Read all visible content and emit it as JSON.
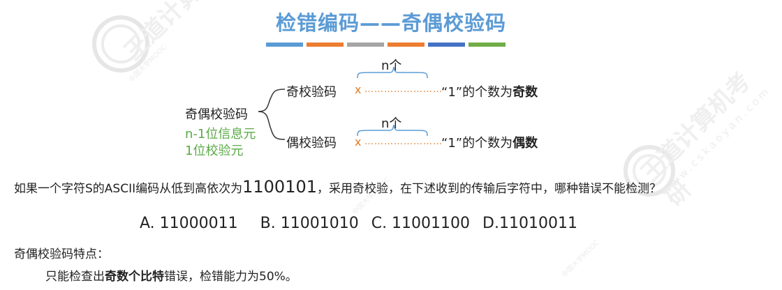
{
  "title": "检错编码——奇偶校验码",
  "divider_colors": [
    "#5b9bd5",
    "#ed7d31",
    "#a5a5a5",
    "#ed7d31",
    "#4472c4",
    "#70ad47"
  ],
  "diagram": {
    "root_label": "奇偶校验码",
    "info_label": "n-1位信息元",
    "check_label": "1位校验元",
    "odd": {
      "label": "奇校验码",
      "n_label": "n个",
      "bit": "x",
      "dots": "……………………",
      "desc_prefix": "“1”的个数为",
      "desc_bold": "奇数"
    },
    "even": {
      "label": "偶校验码",
      "n_label": "n个",
      "bit": "x",
      "dots": "……………………",
      "desc_prefix": "“1”的个数为",
      "desc_bold": "偶数"
    }
  },
  "question": {
    "prefix": "如果一个字符S的ASCII编码从低到高依次为",
    "code": "1100101",
    "suffix": "，采用奇校验，在下述收到的传输后字符中，哪种错误不能检测？"
  },
  "options": [
    "A. 11000011",
    "B. 11001010",
    "C. 11001100",
    "D.11010011"
  ],
  "features": {
    "heading": "奇偶校验码特点：",
    "line_prefix": "只能检查出",
    "line_bold": "奇数个比特",
    "line_suffix": "错误，检错能力为50%。"
  },
  "watermark": {
    "brand": "王道计算机考研",
    "site": "www.cskaoyan.com",
    "mooc": "中国大学MOOC"
  }
}
